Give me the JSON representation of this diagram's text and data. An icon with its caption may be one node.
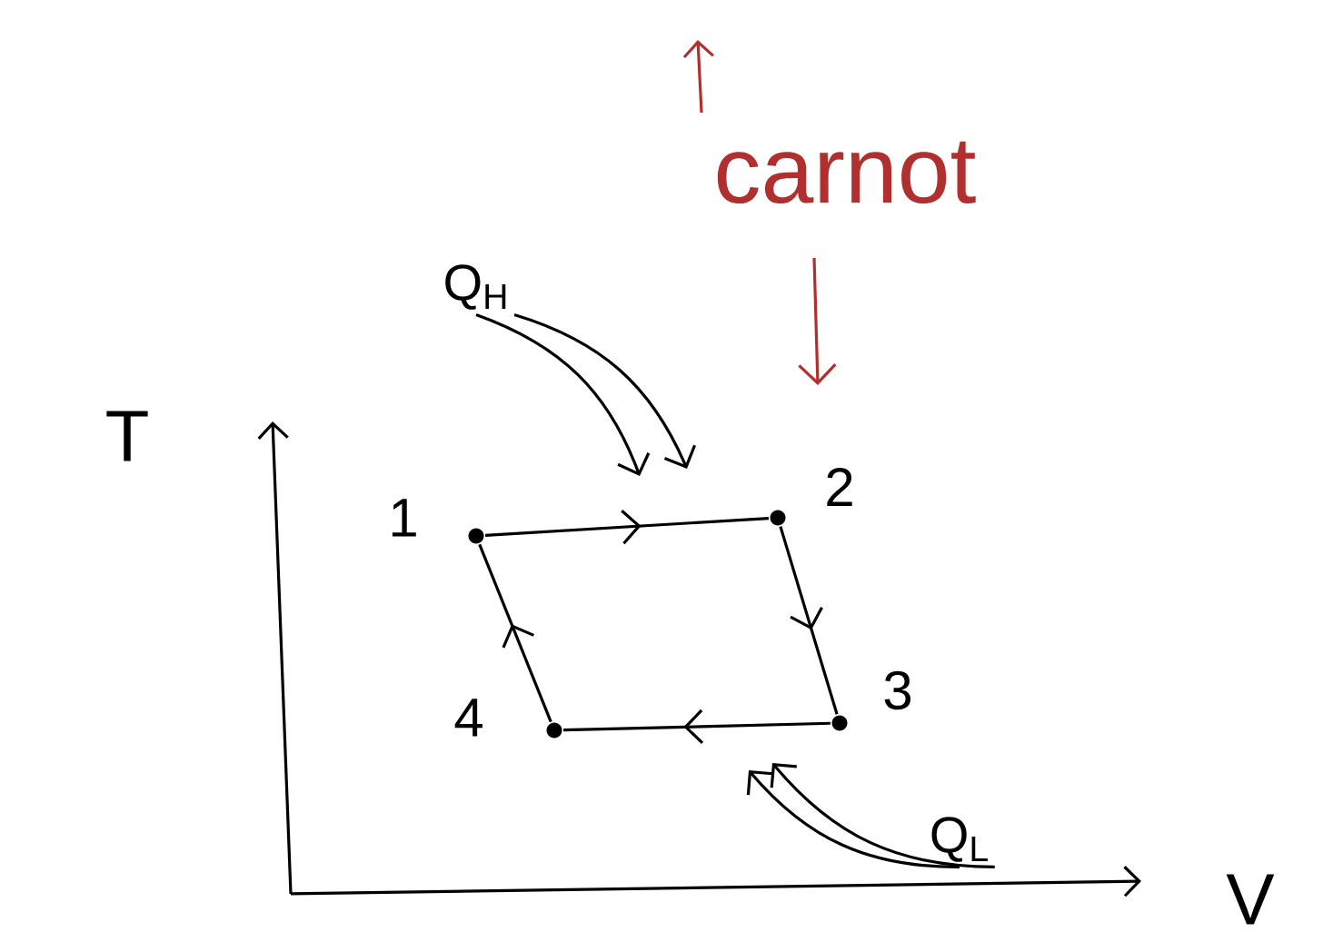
{
  "diagram": {
    "nodes": [
      {
        "text": [],
        "shape": "circle",
        "beside": [
          "1"
        ]
      },
      {
        "text": [],
        "shape": "circle",
        "beside": [
          "2"
        ]
      },
      {
        "text": [],
        "shape": "circle",
        "beside": [
          "3"
        ]
      },
      {
        "text": [],
        "shape": "circle",
        "beside": [
          "4"
        ]
      },
      {
        "text": [
          "Q$_{H}$"
        ]
      },
      {
        "text": [
          "Q$_{L}$"
        ]
      }
    ],
    "edges": [
      {
        "from": 0,
        "to": 1,
        "arrow": "to"
      },
      {
        "from": 1,
        "to": 2,
        "arrow": "to"
      },
      {
        "from": 2,
        "to": 3,
        "arrow": "to"
      },
      {
        "from": 3,
        "to": 0,
        "arrow": "to"
      },
      {
        "from": 4,
        "to": null,
        "arrow": "to"
      },
      {
        "from": 4,
        "to": null,
        "arrow": "to"
      },
      {
        "from": 5,
        "to": null,
        "arrow": "to"
      },
      {
        "from": 5,
        "to": null,
        "arrow": "to"
      }
    ],
    "labels": [
      "T",
      "V",
      "carnot"
    ]
  }
}
